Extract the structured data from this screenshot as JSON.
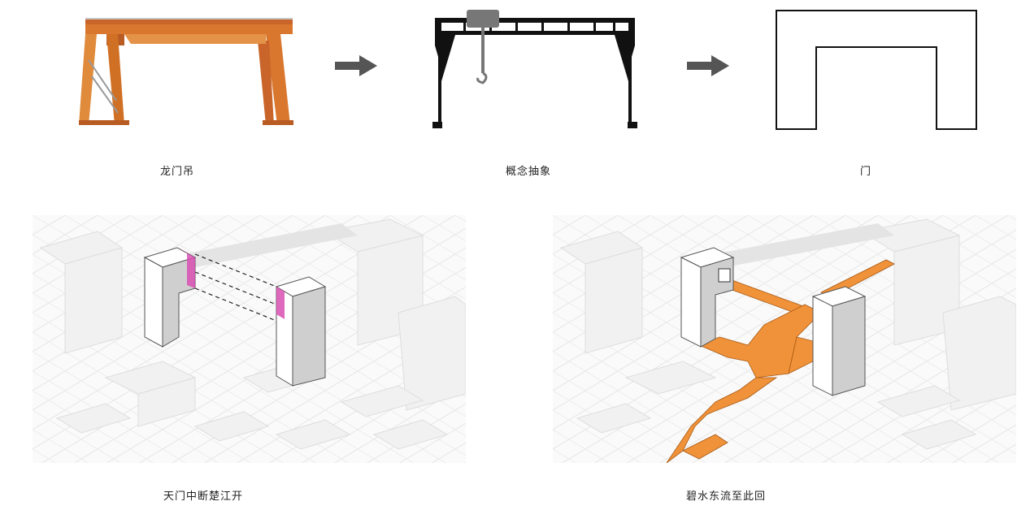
{
  "captions": {
    "gantry_crane": "龙门吊",
    "concept_abstraction": "概念抽象",
    "door": "门",
    "scheme_one": "天门中断楚江开",
    "scheme_two": "碧水东流至此回"
  },
  "colors": {
    "crane_rust": "#d9772f",
    "crane_dark": "#a8541b",
    "highlight_pink": "#d94fb2",
    "bridge_orange": "#f0923a",
    "line_black": "#111111",
    "arrow_gray": "#555555",
    "context_gray": "#e6e6e6"
  }
}
